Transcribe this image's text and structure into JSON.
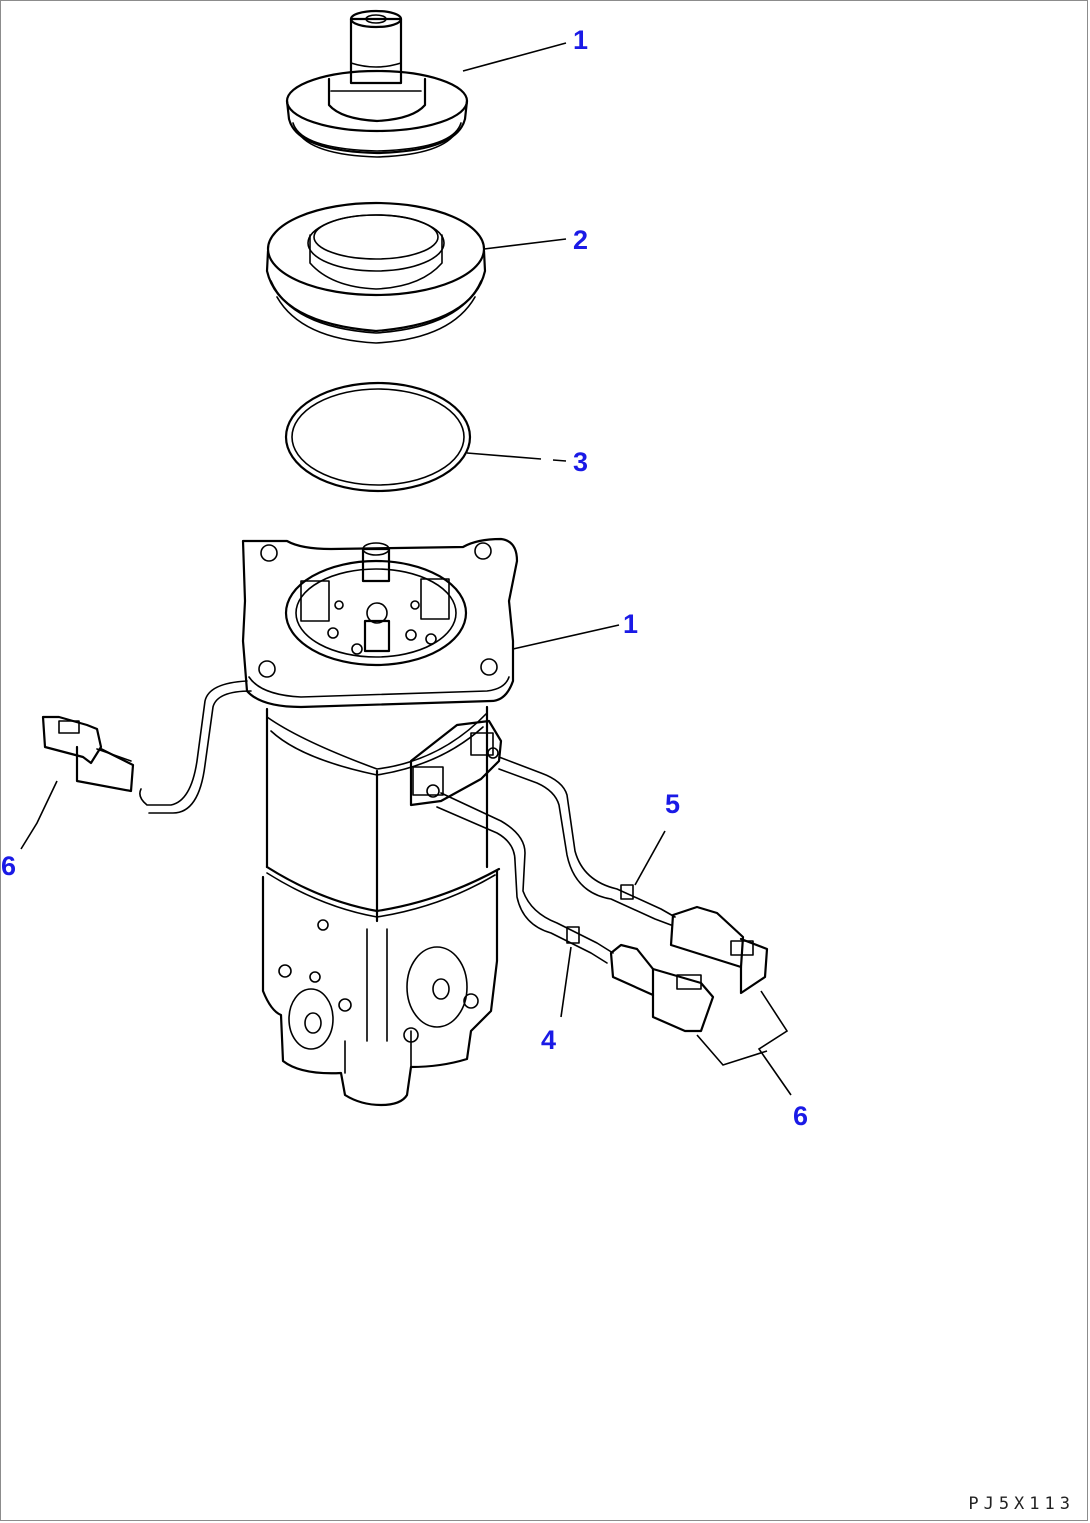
{
  "diagram": {
    "callouts": [
      {
        "id": "c1-top",
        "text": "1"
      },
      {
        "id": "c2",
        "text": "2"
      },
      {
        "id": "c3",
        "text": "3"
      },
      {
        "id": "c1-body",
        "text": "1"
      },
      {
        "id": "c5",
        "text": "5"
      },
      {
        "id": "c6-left",
        "text": "6"
      },
      {
        "id": "c4",
        "text": "4"
      },
      {
        "id": "c6-right",
        "text": "6"
      }
    ],
    "drawing_code": "PJ5X113",
    "callout_color": "#1a1ae6",
    "line_color": "#000000",
    "parts": [
      "top-cap",
      "nut-ring",
      "o-ring",
      "valve-body",
      "clip",
      "wire-harness-connectors"
    ]
  }
}
